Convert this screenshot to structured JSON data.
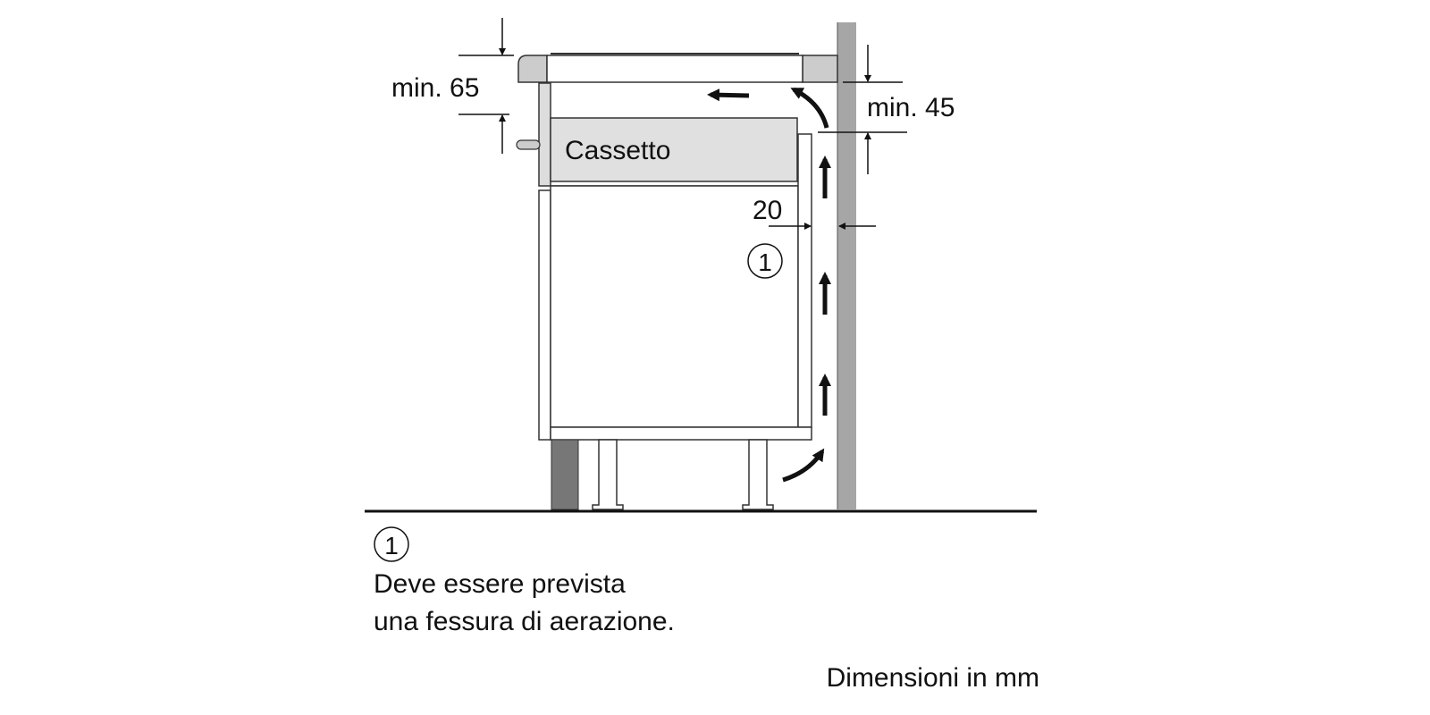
{
  "labels": {
    "drawer": "Cassetto",
    "dim_top": "min. 65",
    "dim_right": "min. 45",
    "dim_gap": "20",
    "marker": "1"
  },
  "note": {
    "marker": "1",
    "line1": "Deve essere prevista",
    "line2": "una fessura di aerazione."
  },
  "units": "Dimensioni in mm",
  "colors": {
    "wall": "#a6a6a6",
    "countertop": "#cccccc",
    "drawer": "#e0e0e0",
    "plinth": "#777777"
  }
}
